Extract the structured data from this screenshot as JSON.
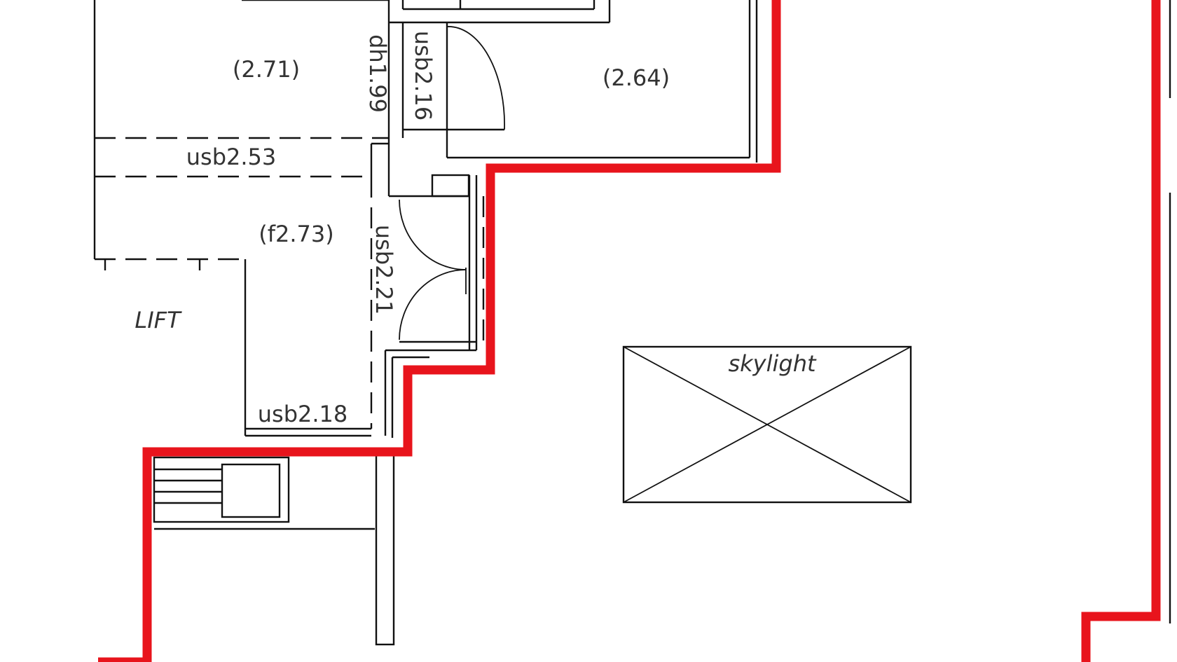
{
  "labels": {
    "room_271": "(2.71)",
    "room_264": "(2.64)",
    "room_f273": "(f2.73)",
    "dh199": "dh1.99",
    "usb216": "usb2.16",
    "usb253": "usb2.53",
    "usb221": "usb2.21",
    "usb218": "usb2.18",
    "lift": "LIFT",
    "skylight": "skylight"
  },
  "colors": {
    "boundary": "#e8141c",
    "linework": "#111111",
    "text": "#333333"
  }
}
